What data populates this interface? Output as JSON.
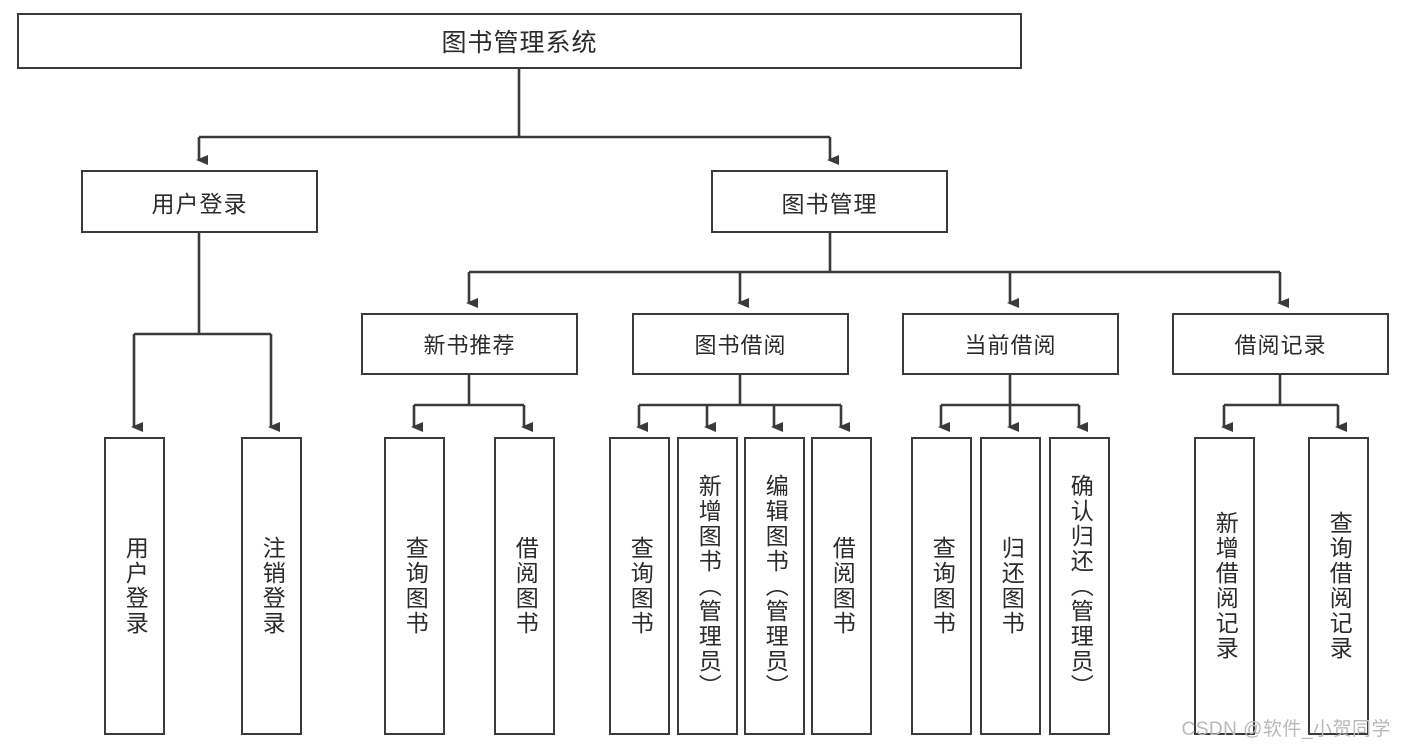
{
  "diagram": {
    "title": "图书管理系统",
    "type": "tree-hierarchy-chart",
    "line_color": "#3a3a3a",
    "box_fill": "#ffffff",
    "text_color": "#2b2b2b"
  },
  "root": {
    "label": "图书管理系统"
  },
  "level2": [
    {
      "label": "用户登录"
    },
    {
      "label": "图书管理"
    }
  ],
  "level3": [
    {
      "label": "新书推荐"
    },
    {
      "label": "图书借阅"
    },
    {
      "label": "当前借阅"
    },
    {
      "label": "借阅记录"
    }
  ],
  "leaves": {
    "user_login": [
      {
        "label": "用户登录"
      },
      {
        "label": "注销登录"
      }
    ],
    "new_book_recommend": [
      {
        "label": "查询图书"
      },
      {
        "label": "借阅图书"
      }
    ],
    "book_borrow": [
      {
        "label": "查询图书"
      },
      {
        "label": "新增图书（管理员）"
      },
      {
        "label": "编辑图书（管理员）"
      },
      {
        "label": "借阅图书"
      }
    ],
    "current_borrow": [
      {
        "label": "查询图书"
      },
      {
        "label": "归还图书"
      },
      {
        "label": "确认归还（管理员）"
      }
    ],
    "borrow_record": [
      {
        "label": "新增借阅记录"
      },
      {
        "label": "查询借阅记录"
      }
    ]
  },
  "watermark": {
    "text": "CSDN @软件_小贺同学"
  }
}
